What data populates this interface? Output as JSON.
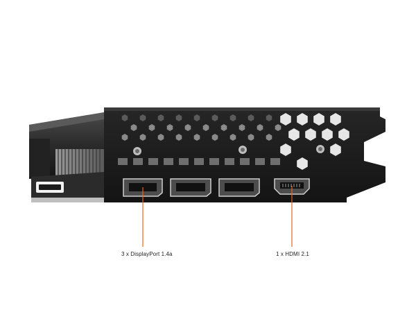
{
  "callouts": [
    {
      "id": "displayport",
      "label": "3 x DisplayPort 1.4a"
    },
    {
      "id": "hdmi",
      "label": "1 x HDMI 2.1"
    }
  ],
  "colors": {
    "background": "#ffffff",
    "bracket": "#1a1a1a",
    "leader_line": "#e8641e"
  },
  "ports": {
    "displayport_count": 3,
    "hdmi_count": 1
  }
}
